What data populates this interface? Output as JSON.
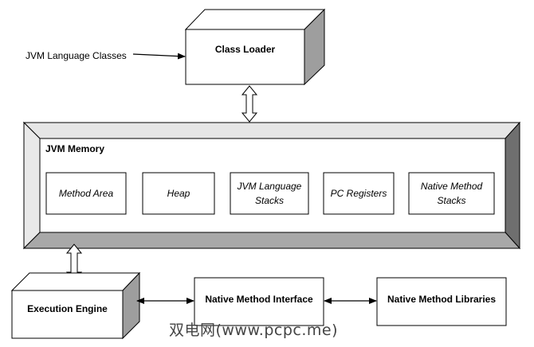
{
  "input_label": "JVM Language Classes",
  "class_loader": "Class Loader",
  "memory": {
    "title": "JVM Memory",
    "areas": [
      "Method Area",
      "Heap",
      "JVM Language\nStacks",
      "PC Registers",
      "Native Method\nStacks"
    ]
  },
  "execution_engine": "Execution Engine",
  "native_interface": "Native Method Interface",
  "native_libraries": "Native Method Libraries",
  "watermark": "双电网(www.pcpc.me)"
}
